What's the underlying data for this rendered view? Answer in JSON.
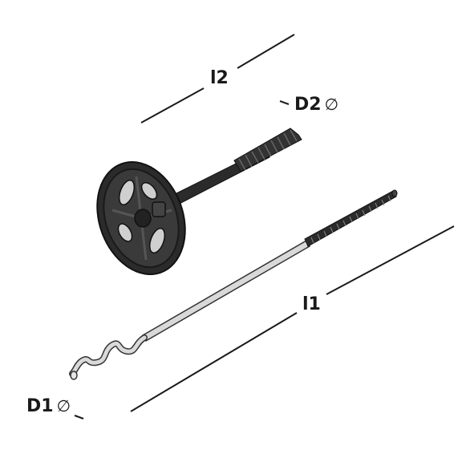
{
  "labels": {
    "l2": "l2",
    "l1": "l1",
    "d2": "D2",
    "d1": "D1",
    "diameter_symbol": "∅"
  },
  "colors": {
    "line": "#1a1a1a",
    "plastic": "#2b2b2b",
    "plastic_light": "#4a4a4a",
    "steel": "#d9d9d9",
    "steel_edge": "#333333"
  }
}
